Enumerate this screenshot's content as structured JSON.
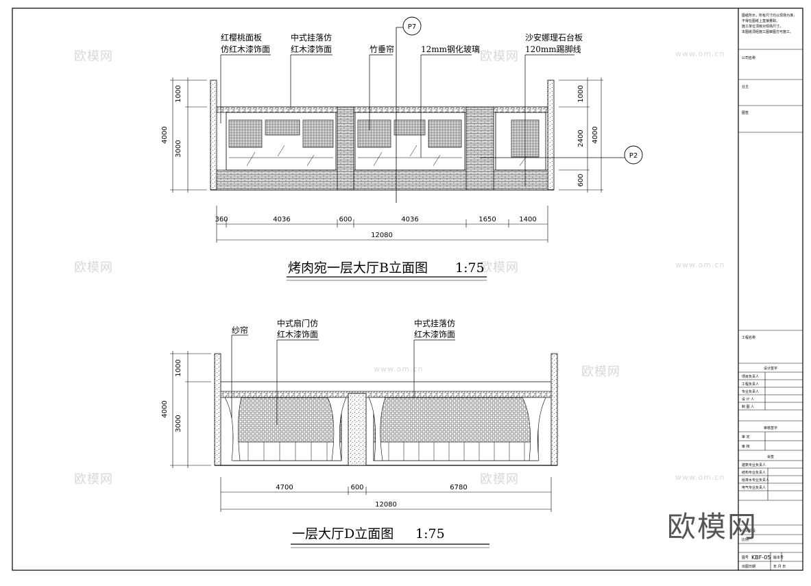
{
  "sheet": {
    "elevation_b": {
      "title": "烤肉宛一层大厅B立面图",
      "scale": "1:75",
      "callouts": [
        {
          "line1": "红樱桃面板",
          "line2": "仿红木漆饰面"
        },
        {
          "line1": "中式挂落仿",
          "line2": "红木漆饰面"
        },
        {
          "line1": "竹垂帘",
          "line2": ""
        },
        {
          "line1": "12mm钢化玻璃",
          "line2": ""
        },
        {
          "line1": "沙安娜理石台板",
          "line2": "120mm踢脚线"
        }
      ],
      "markers": [
        "P7",
        "P2"
      ],
      "left_dims": [
        "1000",
        "3000",
        "4000"
      ],
      "right_dims": [
        "1000",
        "2400",
        "600",
        "4000"
      ],
      "bottom_dims": [
        "360",
        "4036",
        "600",
        "4036",
        "1650",
        "1400"
      ],
      "total": "12080"
    },
    "elevation_d": {
      "title": "一层大厅D立面图",
      "scale": "1:75",
      "callouts": [
        {
          "line1": "纱帘",
          "line2": ""
        },
        {
          "line1": "中式扇门仿",
          "line2": "红木漆饰面"
        },
        {
          "line1": "中式挂落仿",
          "line2": "红木漆饰面"
        }
      ],
      "left_dims": [
        "1000",
        "3000",
        "4000"
      ],
      "bottom_dims": [
        "4700",
        "600",
        "6780"
      ],
      "total": "12080"
    },
    "title_block": {
      "notes": [
        "图纸所示，所有尺寸均以现场为准，",
        "不得在图纸上直接量取。",
        "施工单位须核对现场尺寸，",
        "本图纸须经施工图审图方可施工。"
      ],
      "company": "公司名称",
      "client": "业主",
      "stamp": "图签",
      "project": "工程名称",
      "sign_header": "设计签字",
      "sign_rows": [
        "项目负责人",
        "工程负责人",
        "专业负责人",
        "设 计 人",
        "制 图 人"
      ],
      "review_header": "审核签字",
      "review_rows": [
        "审 定",
        "审 核"
      ],
      "cosign_header": "会签",
      "cosign_rows": [
        "建筑专业负责人",
        "结构专业负责人",
        "给排水专业负责人",
        "电气专业负责人"
      ],
      "extra_rows": [
        "设计阶段",
        "比例"
      ],
      "drawing_no_label": "图号",
      "drawing_no": "KBF-05",
      "version_label": "版本号",
      "date_label": "出图日期",
      "date_value": "年  月  日"
    },
    "watermarks": [
      "欧模网",
      "www.om.cn"
    ],
    "brand": "欧模网"
  }
}
